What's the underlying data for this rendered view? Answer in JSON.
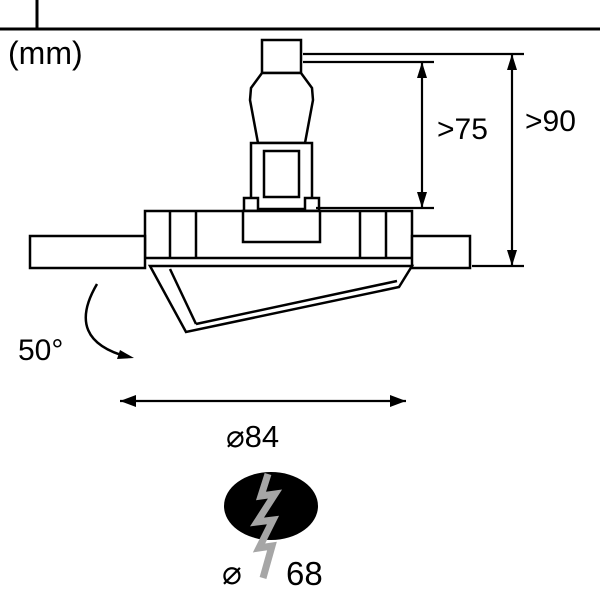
{
  "drawing": {
    "unit_label": "(mm)",
    "labels": {
      "min_depth_upper": ">75",
      "min_depth_total": ">90",
      "tilt_angle": "50°",
      "outer_diameter": "⌀84",
      "cutout_diameter_symbol": "⌀",
      "cutout_diameter_value": "68"
    },
    "colors": {
      "line": "#000000",
      "flange_fill": "#8a8a8a",
      "cutout_fill": "#000000",
      "bolt_fill": "#a6a6a6",
      "background": "#ffffff"
    }
  }
}
